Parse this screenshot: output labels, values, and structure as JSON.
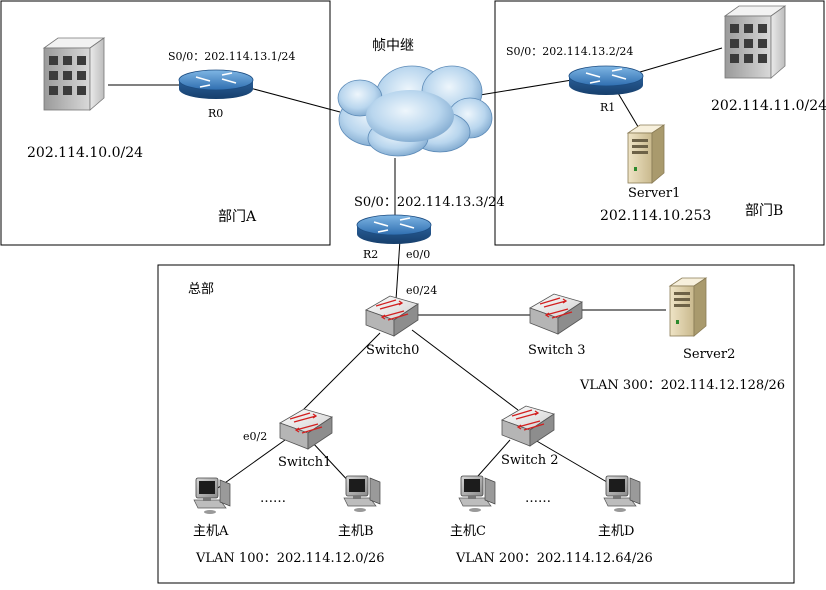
{
  "zones": {
    "dept_a": "部门A",
    "dept_b": "部门B",
    "hq": "总部"
  },
  "cloud": {
    "label": "帧中继"
  },
  "routers": {
    "r0": {
      "name": "R0",
      "iface": "S0/0：202.114.13.1/24"
    },
    "r1": {
      "name": "R1",
      "iface": "S0/0：202.114.13.2/24"
    },
    "r2": {
      "name": "R2",
      "iface": "S0/0：202.114.13.3/24",
      "port": "e0/0"
    }
  },
  "networks": {
    "dept_a": "202.114.10.0/24",
    "dept_b": "202.114.11.0/24"
  },
  "servers": {
    "server1": {
      "name": "Server1",
      "ip": "202.114.10.253"
    },
    "server2": {
      "name": "Server2"
    }
  },
  "switches": {
    "switch0": {
      "name": "Switch0",
      "port": "e0/24"
    },
    "switch1": {
      "name": "Switch1",
      "port": "e0/2"
    },
    "switch2": {
      "name": "Switch 2"
    },
    "switch3": {
      "name": "Switch 3"
    }
  },
  "hosts": {
    "a": "主机A",
    "b": "主机B",
    "c": "主机C",
    "d": "主机D"
  },
  "ellipsis": "……",
  "vlans": {
    "vlan100": "VLAN 100：202.114.12.0/26",
    "vlan200": "VLAN 200：202.114.12.64/26",
    "vlan300": "VLAN 300：202.114.12.128/26"
  }
}
